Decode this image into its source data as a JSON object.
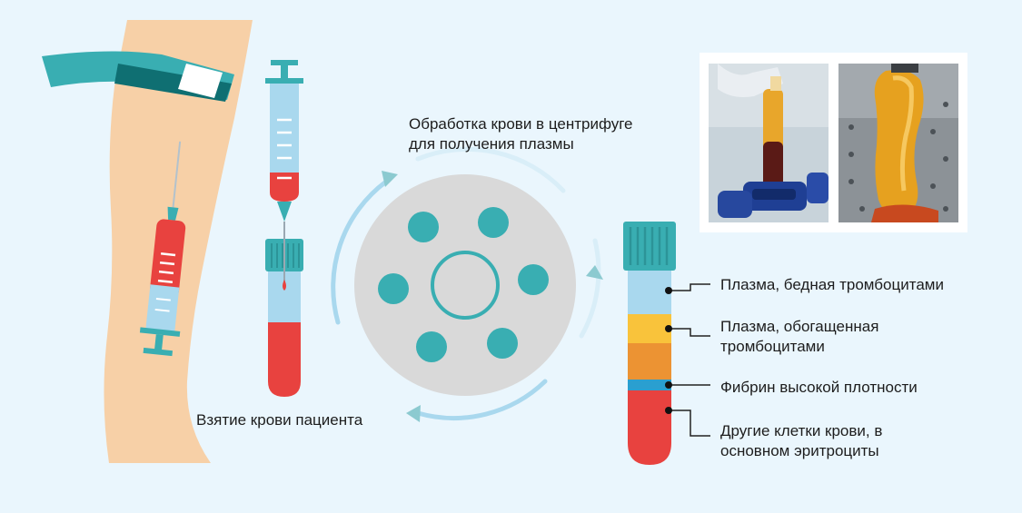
{
  "captions": {
    "blood_draw": "Взятие крови пациента",
    "centrifuge": [
      "Обработка крови в центрифуге",
      "для получения плазмы"
    ]
  },
  "layers": [
    {
      "lines": [
        "Плазма, бедная тромбоцитами"
      ],
      "color": "#a9d8ee"
    },
    {
      "lines": [
        "Плазма, обогащенная",
        "тромбоцитами"
      ],
      "color": "#f9c33b"
    },
    {
      "lines": [
        "Фибрин высокой плотности"
      ],
      "color": "#2a9fd0"
    },
    {
      "lines": [
        "Другие клетки крови, в",
        "основном эритроциты"
      ],
      "color": "#e8423f"
    }
  ],
  "colors": {
    "background": "#eaf6fd",
    "teal": "#39aeb2",
    "skin": "#f7d0a7",
    "blood": "#e8423f"
  },
  "icons": [
    "tourniquet-icon",
    "syringe-icon",
    "test-tube-icon",
    "centrifuge-icon",
    "rotation-arrow-icon",
    "photo-prp-tube",
    "photo-prp-gel"
  ]
}
